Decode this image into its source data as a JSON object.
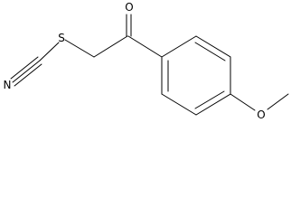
{
  "molecule": {
    "atoms": {
      "oxygen_carbonyl": "O",
      "sulfur": "S",
      "nitrogen": "N",
      "oxygen_methoxy": "O"
    },
    "ink_color": "#000000",
    "background_color": "#ffffff"
  }
}
